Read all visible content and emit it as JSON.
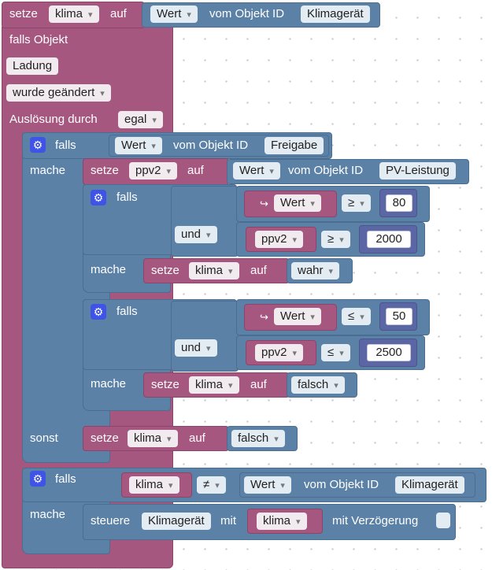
{
  "root": {
    "setze": "setze",
    "var": "klima",
    "auf": "auf",
    "wert": "Wert",
    "vom_objekt_id": "vom Objekt ID",
    "object": "Klimagerät"
  },
  "trigger": {
    "falls_objekt": "falls Objekt",
    "object": "Ladung",
    "event": "wurde geändert",
    "ausloesung": "Auslösung durch",
    "ausloesung_value": "egal"
  },
  "if1": {
    "falls": "falls",
    "wert": "Wert",
    "vom_objekt_id": "vom Objekt ID",
    "object": "Freigabe",
    "mache": "mache",
    "set_ppv2": {
      "setze": "setze",
      "var": "ppv2",
      "auf": "auf",
      "wert": "Wert",
      "vom_objekt_id": "vom Objekt ID",
      "object": "PV-Leistung"
    },
    "if_a": {
      "falls": "falls",
      "wert": "Wert",
      "op1": "≥",
      "val1": "80",
      "und": "und",
      "var": "ppv2",
      "op2": "≥",
      "val2": "2000",
      "mache": "mache",
      "setze": "setze",
      "target": "klima",
      "auf": "auf",
      "value": "wahr"
    },
    "if_b": {
      "falls": "falls",
      "wert": "Wert",
      "op1": "≤",
      "val1": "50",
      "und": "und",
      "var": "ppv2",
      "op2": "≤",
      "val2": "2500",
      "mache": "mache",
      "setze": "setze",
      "target": "klima",
      "auf": "auf",
      "value": "falsch"
    },
    "sonst": "sonst",
    "else_set": {
      "setze": "setze",
      "var": "klima",
      "auf": "auf",
      "value": "falsch"
    }
  },
  "if2": {
    "falls": "falls",
    "var": "klima",
    "op": "≠",
    "wert": "Wert",
    "vom_objekt_id": "vom Objekt ID",
    "object": "Klimagerät",
    "mache": "mache",
    "steuere": "steuere",
    "target": "Klimagerät",
    "mit": "mit",
    "var2": "klima",
    "delay": "mit Verzögerung"
  },
  "icons": {
    "gear": "gear-icon",
    "arrow": "return-arrow-icon"
  },
  "colors": {
    "event": "#a5577f",
    "logic": "#5b81a6",
    "math": "#5b67a5"
  }
}
